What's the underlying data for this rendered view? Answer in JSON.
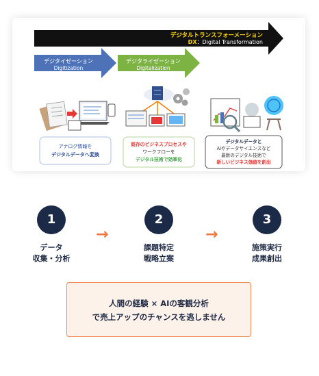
{
  "diagram": {
    "dx_arrow": {
      "title": "デジタルトランスフォーメーション",
      "subtitle_prefix": "DX",
      "subtitle": "：Digital Transformation"
    },
    "stages": [
      {
        "title": "デジタイゼーション",
        "subtitle": "Digitization",
        "color": "#4e72b8",
        "desc_lines": [
          "アナログ情報を",
          "デジタルデータへ変換"
        ]
      },
      {
        "title": "デジタライゼーション",
        "subtitle": "Digitalization",
        "color": "#7cb342",
        "desc_lines": [
          "既存のビジネスプロセスや",
          "ワークフローを",
          "デジタル技術で効率化"
        ]
      },
      {
        "desc_lines": [
          "デジタルデータと",
          "AIやデータサイエンスなど",
          "最新のデジタル技術で",
          "新しいビジネス価値を創出"
        ]
      }
    ]
  },
  "steps": [
    {
      "number": "1",
      "label": "データ\n収集・分析"
    },
    {
      "number": "2",
      "label": "課題特定\n戦略立案"
    },
    {
      "number": "3",
      "label": "施策実行\n成果創出"
    }
  ],
  "callout": {
    "line1": "人間の経験 × AIの客観分析",
    "line2": "で売上アップのチャンスを逃しません"
  },
  "colors": {
    "navy": "#1b2a47",
    "orange": "#ee7741",
    "callout_bg": "#fdf2ea",
    "callout_border": "#ef8a52",
    "highlight_red": "#e53935",
    "highlight_green": "#43a047",
    "highlight_blue": "#2b4e9c"
  }
}
